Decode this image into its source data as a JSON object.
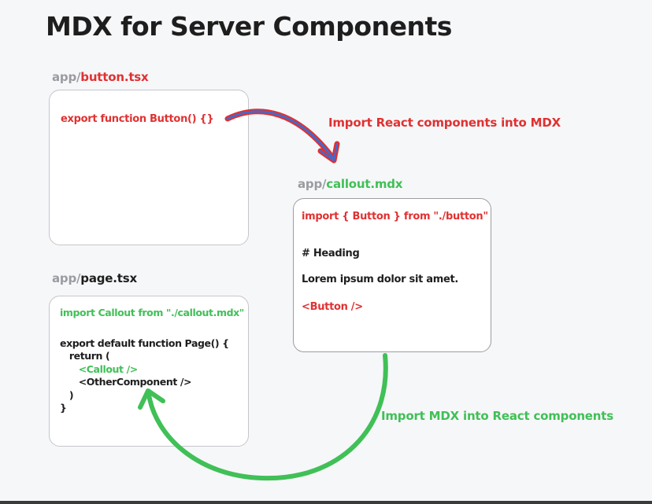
{
  "title": "MDX for Server Components",
  "colors": {
    "background": "#f6f7f9",
    "box_bg": "#ffffff",
    "text": "#1e1e1e",
    "black": "#1e1e1e",
    "red": "#e03131",
    "green": "#40c057",
    "blue": "#4569c8",
    "gray": "#9b9ba0",
    "border_light": "#c6c6cb",
    "border_dark": "#9d9da2",
    "bottom_bar": "#3a3a3a"
  },
  "files": {
    "button": {
      "prefix": "app/",
      "name": "button.tsx",
      "name_color": "red",
      "lines": [
        {
          "text": "export function Button() {}",
          "color": "red"
        }
      ]
    },
    "callout": {
      "prefix": "app/",
      "name": "callout.mdx",
      "name_color": "green",
      "lines": [
        {
          "text": "import { Button } from \"./button\"",
          "color": "red"
        },
        {
          "text": "# Heading",
          "color": "black"
        },
        {
          "text": "Lorem ipsum dolor sit amet.",
          "color": "black"
        },
        {
          "text": "<Button />",
          "color": "red"
        }
      ]
    },
    "page": {
      "prefix": "app/",
      "name": "page.tsx",
      "name_color": "black",
      "lines": [
        {
          "text": "import Callout from \"./callout.mdx\"",
          "color": "green"
        },
        {
          "text": "export default function Page() {",
          "color": "black"
        },
        {
          "text": "   return (",
          "color": "black"
        },
        {
          "text": "      <Callout />",
          "color": "green"
        },
        {
          "text": "      <OtherComponent />",
          "color": "black"
        },
        {
          "text": "   )",
          "color": "black"
        },
        {
          "text": "}",
          "color": "black"
        }
      ]
    }
  },
  "arrows": {
    "react_into_mdx": {
      "label": "Import React components into MDX",
      "color": "red"
    },
    "mdx_into_react": {
      "label": "Import MDX into React components",
      "color": "green"
    }
  }
}
